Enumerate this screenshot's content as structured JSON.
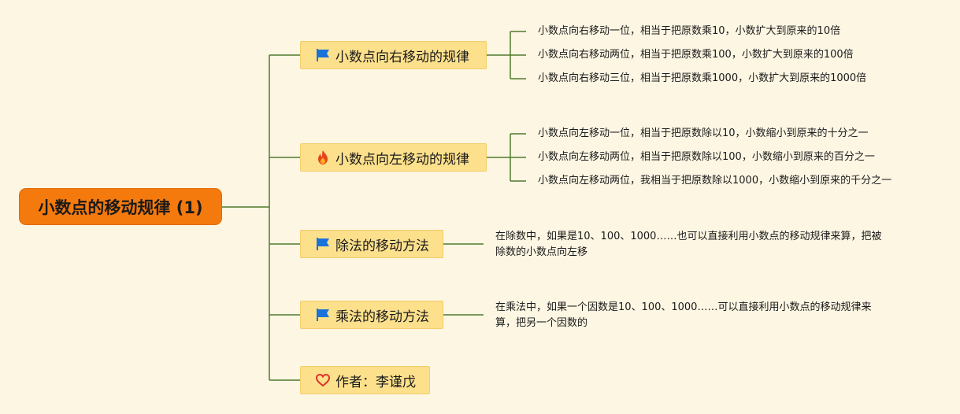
{
  "root": {
    "title": "小数点的移动规律 (1)"
  },
  "branches": [
    {
      "label": "小数点向右移动的规律",
      "icon": "blue-flag-icon",
      "items": [
        "小数点向右移动一位，相当于把原数乘10，小数扩大到原来的10倍",
        "小数点向右移动两位，相当于把原数乘100，小数扩大到原来的100倍",
        "小数点向右移动三位，相当于把原数乘1000，小数扩大到原来的1000倍"
      ]
    },
    {
      "label": "小数点向左移动的规律",
      "icon": "fire-icon",
      "items": [
        "小数点向左移动一位，相当于把原数除以10，小数缩小到原来的十分之一",
        "小数点向左移动两位，相当于把原数除以100，小数缩小到原来的百分之一",
        "小数点向左移动两位，我相当于把原数除以1000，小数缩小到原来的千分之一"
      ]
    },
    {
      "label": "除法的移动方法",
      "icon": "blue-flag-icon",
      "note": "在除数中，如果是10、100、1000……也可以直接利用小数点的移动规律来算，把被除数的小数点向左移"
    },
    {
      "label": "乘法的移动方法",
      "icon": "blue-flag-icon",
      "note": "在乘法中，如果一个因数是10、100、1000……可以直接利用小数点的移动规律来算，把另一个因数的"
    },
    {
      "label": "作者：李谨戊",
      "icon": "heart-outline-icon"
    }
  ],
  "colors": {
    "background": "#fdf6e3",
    "root": "#f57a0d",
    "branch": "#fde08c",
    "connector": "#4e7a2c",
    "flag": "#1a73d9",
    "heart": "#d9342b"
  }
}
